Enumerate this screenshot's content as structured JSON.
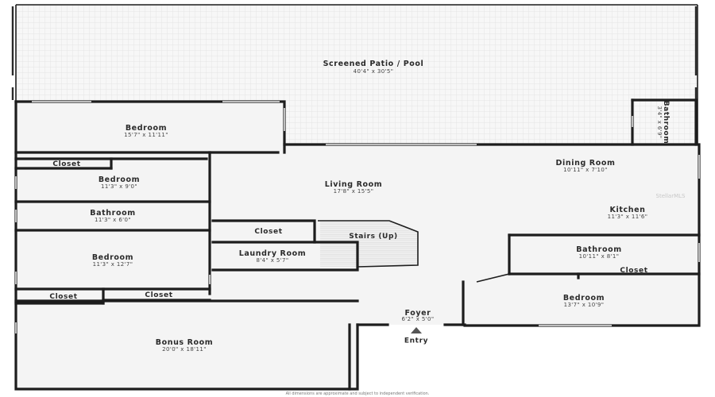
{
  "rooms": {
    "patio": {
      "name": "Screened Patio / Pool",
      "dim": "40'4\" x 30'5\""
    },
    "bedroom_top": {
      "name": "Bedroom",
      "dim": "15'7\" x 11'11\""
    },
    "bathroom_vertical": {
      "name": "Bathroom",
      "dim": "3'4\" x 6'9\""
    },
    "closet_left": {
      "name": "Closet"
    },
    "bedroom_2": {
      "name": "Bedroom",
      "dim": "11'3\" x 9'0\""
    },
    "bathroom_left": {
      "name": "Bathroom",
      "dim": "11'3\" x 6'0\""
    },
    "bedroom_3": {
      "name": "Bedroom",
      "dim": "11'3\" x 12'7\""
    },
    "closet_low_a": {
      "name": "Closet"
    },
    "closet_low_b": {
      "name": "Closet"
    },
    "bonus": {
      "name": "Bonus Room",
      "dim": "20'0\" x 18'11\""
    },
    "living": {
      "name": "Living Room",
      "dim": "17'8\" x 15'5\""
    },
    "dining": {
      "name": "Dining Room",
      "dim": "10'11\" x 7'10\""
    },
    "kitchen": {
      "name": "Kitchen",
      "dim": "11'3\" x 11'6\""
    },
    "closet_center": {
      "name": "Closet"
    },
    "stairs": {
      "name": "Stairs (Up)"
    },
    "laundry": {
      "name": "Laundry Room",
      "dim": "8'4\" x 5'7\""
    },
    "bathroom_right": {
      "name": "Bathroom",
      "dim": "10'11\" x 8'1\""
    },
    "closet_right": {
      "name": "Closet"
    },
    "bedroom_right": {
      "name": "Bedroom",
      "dim": "13'7\" x 10'9\""
    },
    "foyer": {
      "name": "Foyer",
      "dim": "6'2\" x 5'0\""
    }
  },
  "entry_label": "Entry",
  "disclaimer": "All dimensions are approximate and subject to independent verification.",
  "watermark": "StellarMLS",
  "colors": {
    "wall": "#1d1d1d",
    "floor": "#f4f4f4",
    "patio_grid": "#e3e3e3"
  }
}
